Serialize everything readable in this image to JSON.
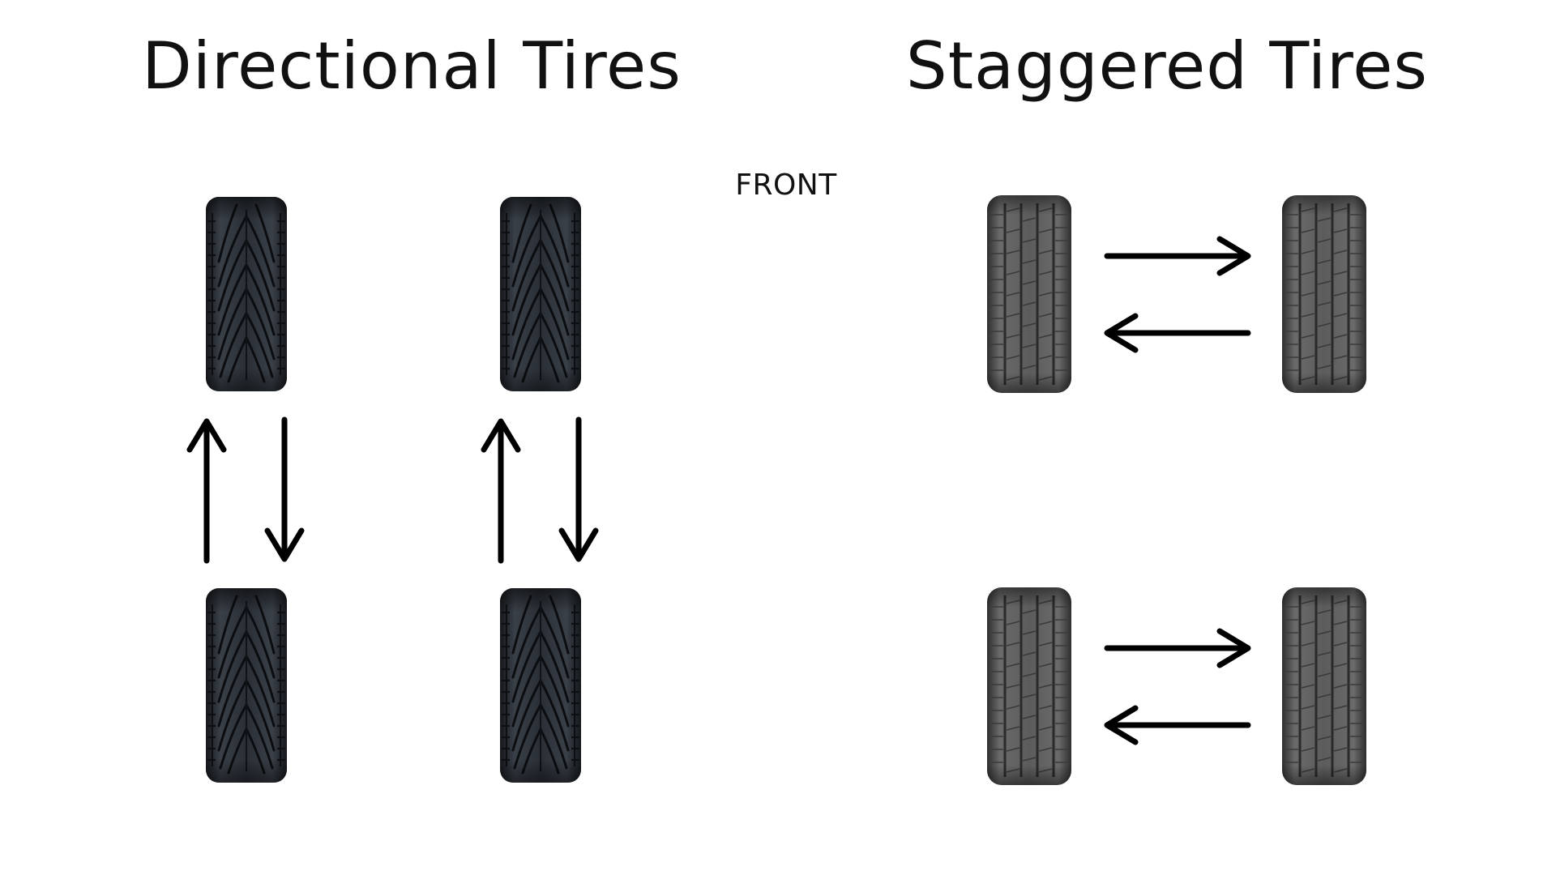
{
  "sections": {
    "directional": {
      "title": "Directional Tires",
      "tire_style": "directional-tread-icon",
      "tire_color": "#2b3037"
    },
    "staggered": {
      "title": "Staggered Tires",
      "tire_style": "all-season-tread-icon",
      "tire_color": "#5a5a5a"
    }
  },
  "front_label": "FRONT",
  "arrow_color": "#000000"
}
